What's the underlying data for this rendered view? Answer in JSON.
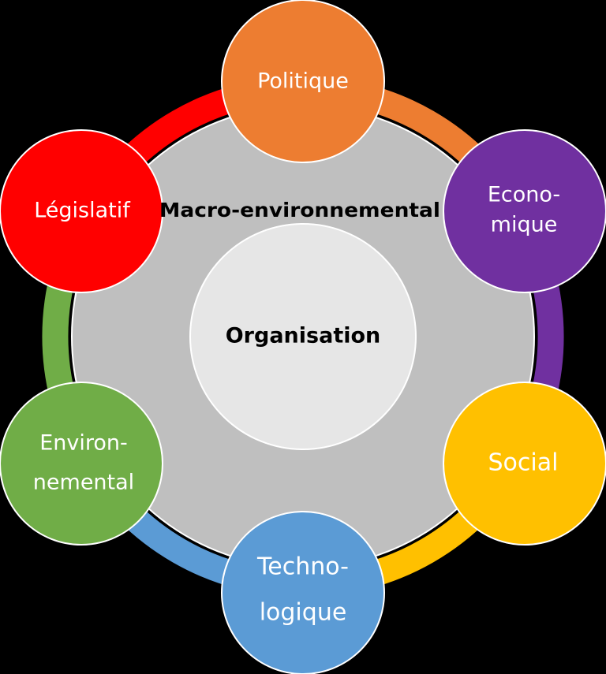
{
  "diagram": {
    "type": "hub-and-spoke cycle",
    "background": "#000000",
    "center": {
      "label": "Organisation",
      "fill": "#e6e6e6"
    },
    "middle_ring": {
      "label": "Macro-environnemental",
      "fill": "#bfbfbf"
    },
    "nodes": [
      {
        "id": "politique",
        "lines": [
          "Politique"
        ],
        "color": "#ed7d31"
      },
      {
        "id": "economique",
        "lines": [
          "Econo-",
          "mique"
        ],
        "color": "#7030a0"
      },
      {
        "id": "social",
        "lines": [
          "Social"
        ],
        "color": "#ffc000"
      },
      {
        "id": "technologique",
        "lines": [
          "Techno-",
          "logique"
        ],
        "color": "#5b9bd5"
      },
      {
        "id": "environnemental",
        "lines": [
          "Environ-",
          "nemental"
        ],
        "color": "#70ad47"
      },
      {
        "id": "legislatif",
        "lines": [
          "Législatif"
        ],
        "color": "#ff0000"
      }
    ],
    "connector_arcs": [
      {
        "from": "legislatif",
        "to": "politique",
        "color": "#ff0000"
      },
      {
        "from": "politique",
        "to": "economique",
        "color": "#ed7d31"
      },
      {
        "from": "economique",
        "to": "social",
        "color": "#7030a0"
      },
      {
        "from": "social",
        "to": "technologique",
        "color": "#ffc000"
      },
      {
        "from": "technologique",
        "to": "environnemental",
        "color": "#5b9bd5"
      },
      {
        "from": "environnemental",
        "to": "legislatif",
        "color": "#70ad47"
      }
    ]
  }
}
